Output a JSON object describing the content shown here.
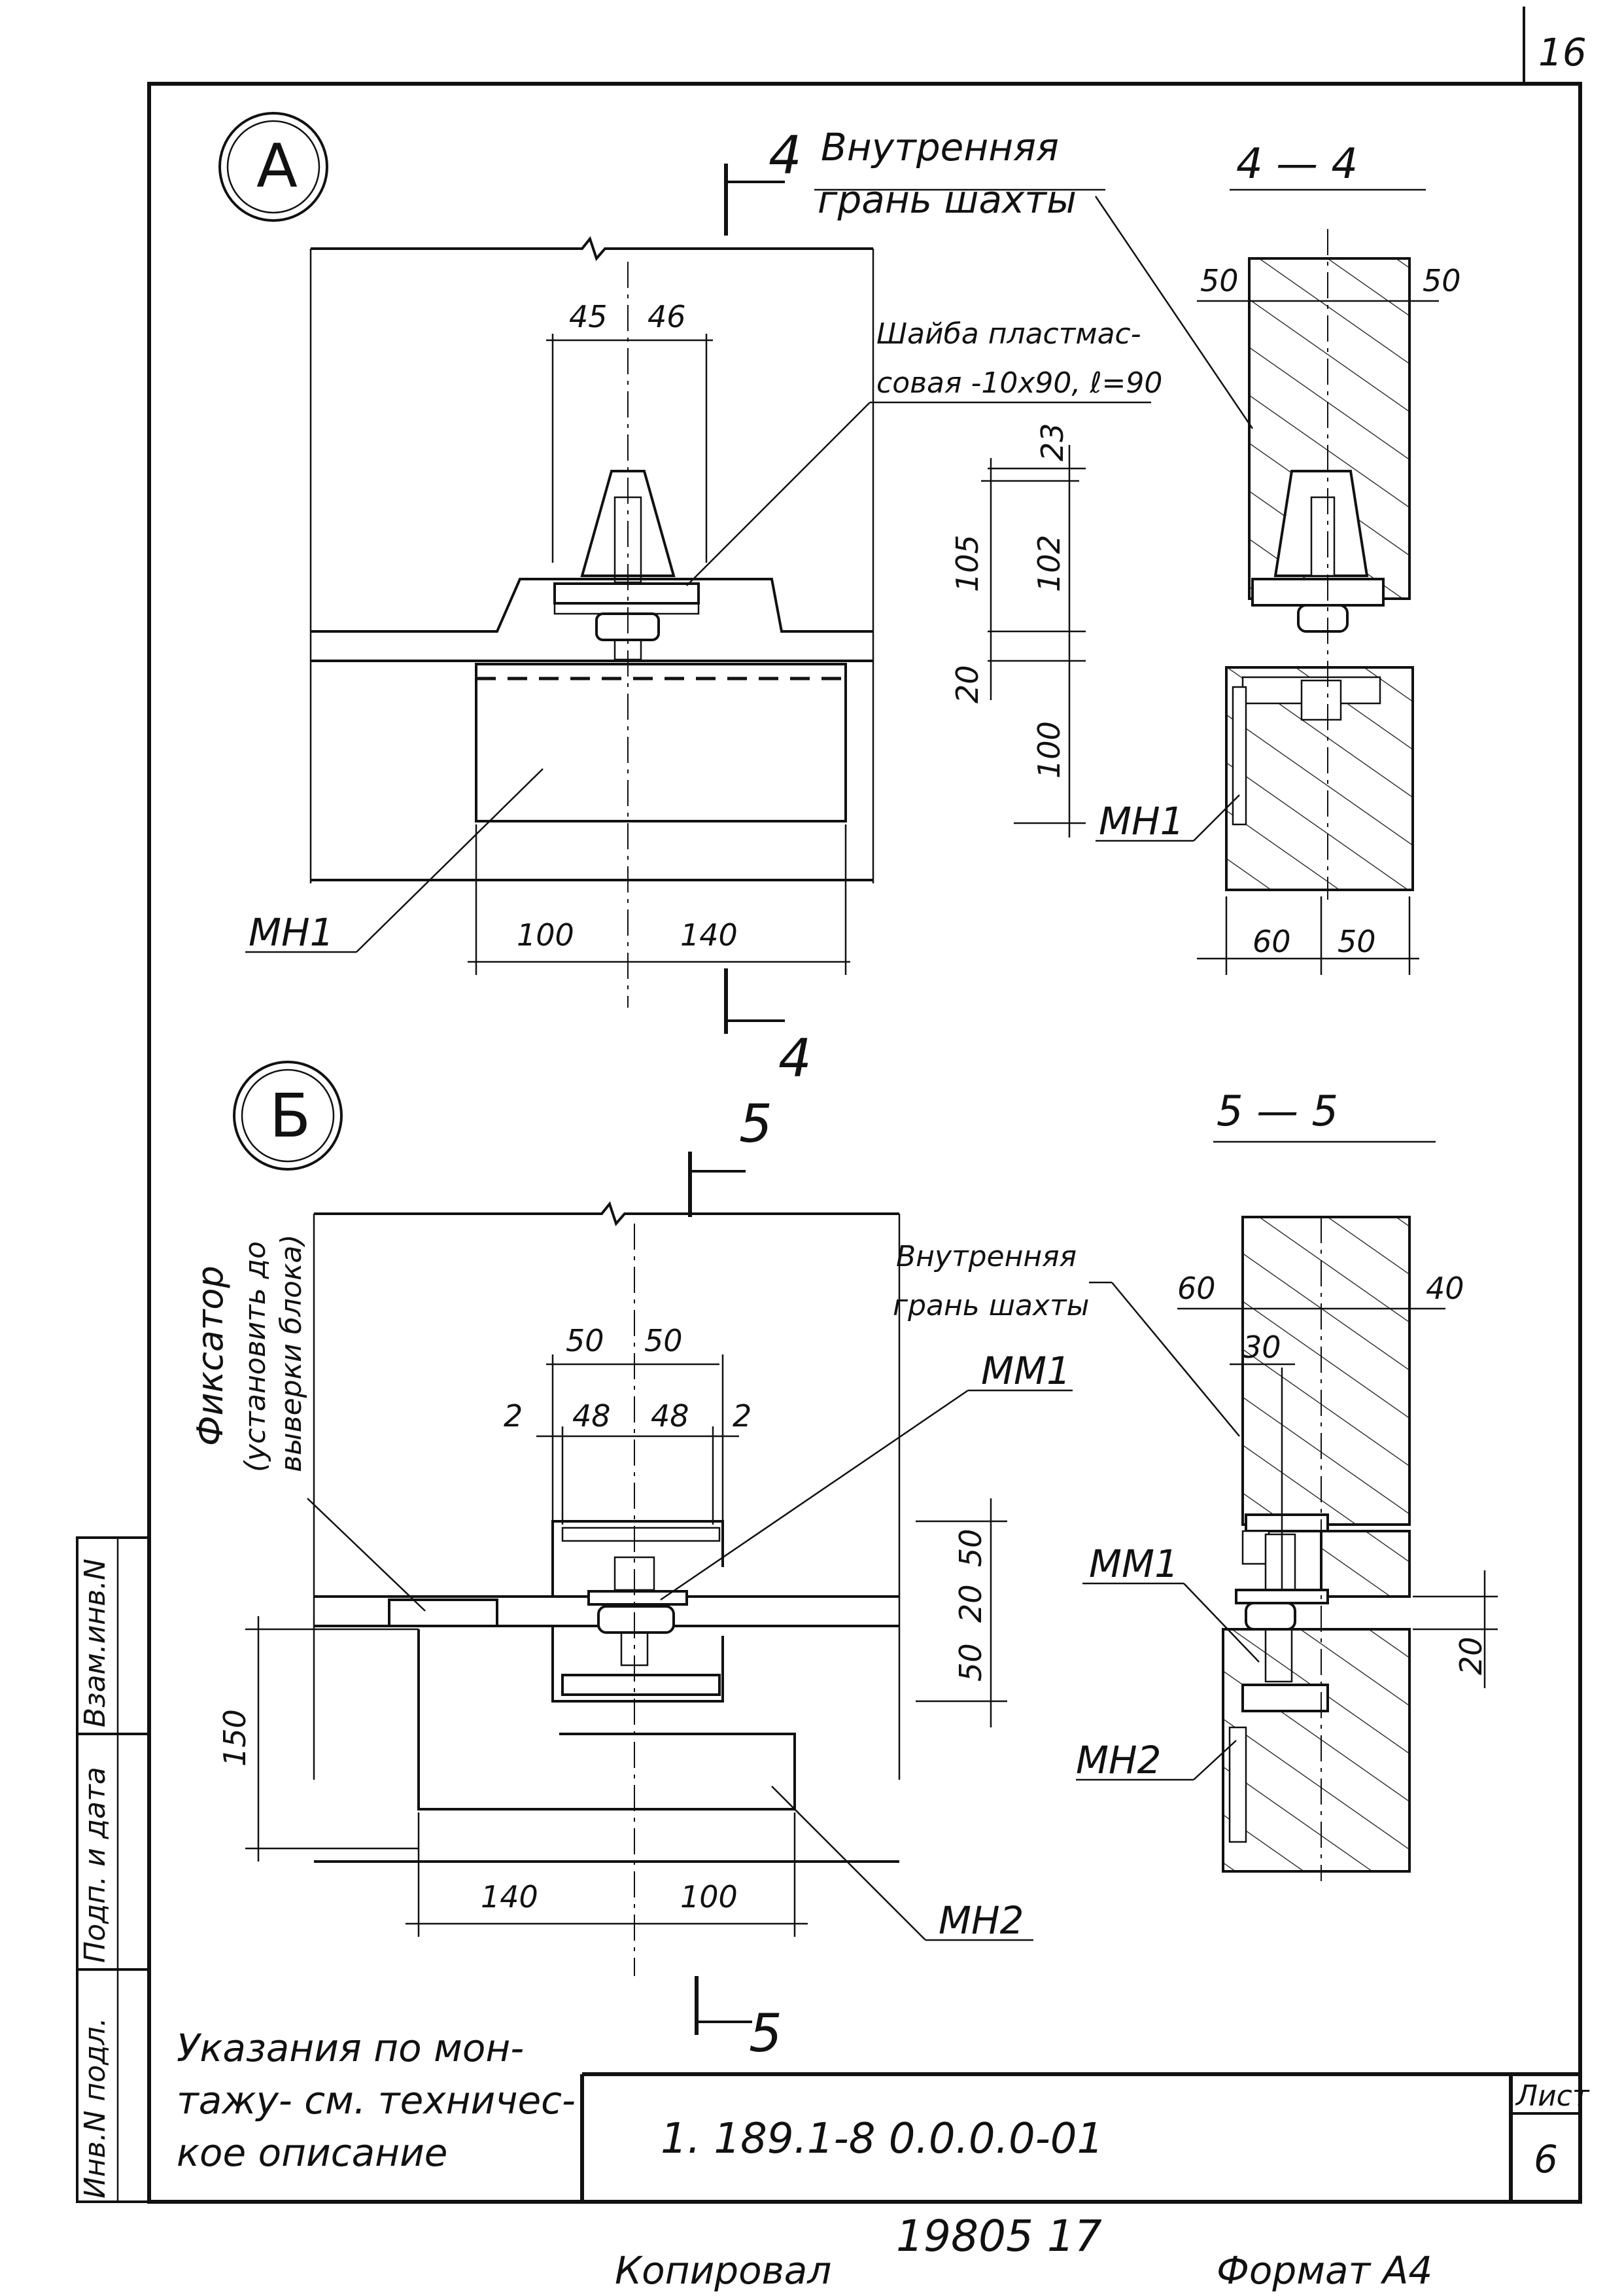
{
  "sheet": {
    "corner_number": "16",
    "footer_copied_label": "Копировал",
    "footer_handwritten": "19805  17",
    "footer_format": "Формат А4"
  },
  "left_stamp": {
    "cells": [
      "Инв.N подл.",
      "Подп. и дата",
      "Взам.инв.N"
    ]
  },
  "title_block": {
    "note": [
      "Указания по мон-",
      "тажу- см. техничес-",
      "кое описание"
    ],
    "designation": "1. 189.1-8  0.0.0.0-01",
    "sheet_label": "Лист",
    "sheet_number": "6"
  },
  "view_a": {
    "callout": "А",
    "section_mark_top": "4",
    "section_mark_bottom": "4",
    "label_inner_face": [
      "Внутренняя",
      "грань шахты"
    ],
    "label_washer": [
      "Шайба пластмас-",
      "совая -10х90, ℓ=90"
    ],
    "label_block": "МН1",
    "dims": {
      "top_left": "45",
      "top_right": "46",
      "bottom_left": "100",
      "bottom_right": "140",
      "v_23": "23",
      "v_105": "105",
      "v_102": "102",
      "v_20": "20",
      "v_100": "100"
    }
  },
  "section_4_4": {
    "title": "4 — 4",
    "label_block": "МН1",
    "dims": {
      "top_left": "50",
      "top_right": "50",
      "bottom_left": "60",
      "bottom_right": "50"
    }
  },
  "view_b": {
    "callout": "Б",
    "section_mark_top": "5",
    "section_mark_bottom": "5",
    "label_fixator": [
      "Фиксатор",
      "(установить до",
      "выверки блока)"
    ],
    "label_mm1": "ММ1",
    "label_block": "МН2",
    "dims": {
      "top_50_left": "50",
      "top_50_right": "50",
      "gap_left": "2",
      "w_48_left": "48",
      "w_48_right": "48",
      "gap_right": "2",
      "v_50_top": "50",
      "v_20": "20",
      "v_50_bottom": "50",
      "v_150": "150",
      "bottom_left": "140",
      "bottom_right": "100"
    }
  },
  "section_5_5": {
    "title": "5 — 5",
    "label_inner_face": [
      "Внутренняя",
      "грань шахты"
    ],
    "label_mm1": "ММ1",
    "label_block": "МН2",
    "dims": {
      "top_left": "60",
      "top_right": "40",
      "w_30": "30",
      "v_20": "20"
    }
  }
}
